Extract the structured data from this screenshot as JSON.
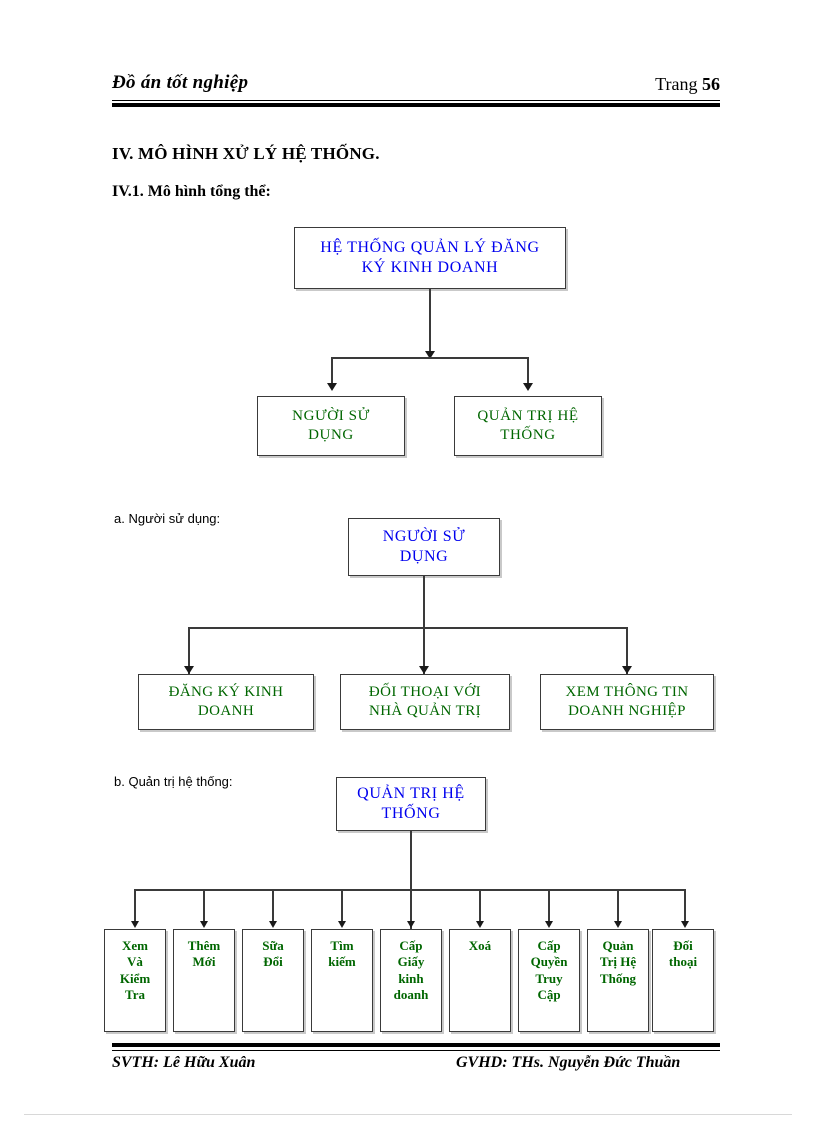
{
  "header": {
    "title": "Đồ án tốt nghiệp",
    "page_label": "Trang",
    "page_number": "56"
  },
  "footer": {
    "student": "SVTH: Lê Hữu Xuân",
    "advisor": "GVHD: THs. Nguyễn Đức Thuần"
  },
  "headings": {
    "section": "IV. MÔ HÌNH XỬ LÝ HỆ THỐNG.",
    "subsection": "IV.1. Mô hình tổng thể:",
    "label_a": "a. Người sử dụng:",
    "label_b": "b. Quản trị hệ thống:"
  },
  "colors": {
    "blue_text": "#0000ee",
    "green_text": "#006600",
    "box_border": "#3a3a3a",
    "rule": "#000000"
  },
  "diagram_overall": {
    "root": "HỆ THỐNG QUẢN LÝ ĐĂNG\nKÝ KINH DOANH",
    "children": [
      "NGƯỜI SỬ\nDỤNG",
      "QUẢN TRỊ HỆ\nTHỐNG"
    ]
  },
  "diagram_user": {
    "root": "NGƯỜI SỬ\nDỤNG",
    "children": [
      "ĐĂNG KÝ KINH\nDOANH",
      "ĐỐI THOẠI VỚI\nNHÀ QUẢN TRỊ",
      "XEM THÔNG TIN\nDOANH NGHIỆP"
    ]
  },
  "diagram_admin": {
    "root": "QUẢN TRỊ HỆ\nTHỐNG",
    "children": [
      "Xem\nVà\nKiểm\nTra",
      "Thêm\nMới",
      "Sữa\nĐổi",
      "Tìm\nkiếm",
      "Cấp\nGiấy\nkinh\ndoanh",
      "Xoá",
      "Cấp\nQuyền\nTruy\nCập",
      "Quản\nTrị Hệ\nThống",
      "Đối\nthoại"
    ]
  }
}
